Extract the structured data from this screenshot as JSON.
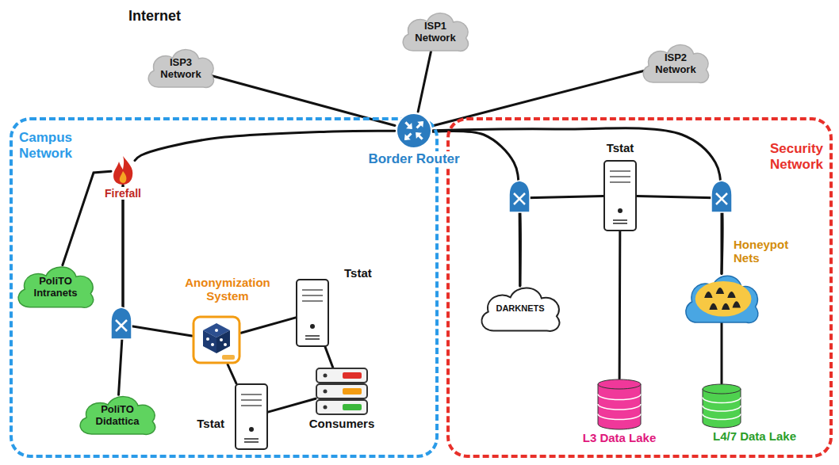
{
  "diagram": {
    "nodes": [
      {
        "text": [
          "ISP1 Network"
        ]
      },
      {
        "text": [
          "ISP3 Network"
        ]
      },
      {
        "text": [
          "ISP2 Network"
        ]
      },
      {
        "text": [
          "Campus Network"
        ]
      },
      {
        "text": [
          "Security Network"
        ]
      },
      {
        "text": [
          "Border Router"
        ]
      },
      {
        "text": [
          "Firefall"
        ],
        "in": 3
      },
      {
        "text": [
          "PoliTO Intranets"
        ],
        "in": 3
      },
      {
        "text": [
          "Anonymization System"
        ],
        "in": 3
      },
      {
        "text": [
          "Tstat"
        ],
        "in": 3
      },
      {
        "text": [
          "PoliTO Didattica"
        ],
        "in": 3
      },
      {
        "text": [
          "Consumers"
        ],
        "in": 3
      },
      {
        "text": [
          "Tstat"
        ],
        "in": 3
      },
      {
        "text": [
          "Tstat"
        ],
        "in": 4
      },
      {
        "text": [
          "DARKNETS"
        ],
        "in": 4
      },
      {
        "text": [
          "Honeypot Nets"
        ],
        "in": 4
      },
      {
        "text": [
          "L3 Data Lake"
        ],
        "in": 4
      },
      {
        "text": [
          "L4/7 Data Lake"
        ],
        "in": 4
      }
    ],
    "edges": [
      {
        "from": 1,
        "to": 5,
        "arrow": "none"
      },
      {
        "from": 0,
        "to": 5,
        "arrow": "none"
      },
      {
        "from": 2,
        "to": 5,
        "arrow": "none"
      },
      {
        "from": 5,
        "to": 6,
        "arrow": "none"
      },
      {
        "from": 6,
        "to": 7,
        "arrow": "none"
      },
      {
        "from": 6,
        "to": 10,
        "arrow": "none"
      },
      {
        "from": 6,
        "to": 8,
        "arrow": "none"
      },
      {
        "from": 8,
        "to": 9,
        "arrow": "none"
      },
      {
        "from": 8,
        "to": 12,
        "arrow": "none"
      },
      {
        "from": 9,
        "to": 11,
        "arrow": "none"
      },
      {
        "from": 12,
        "to": 11,
        "arrow": "none"
      },
      {
        "from": 5,
        "to": 14,
        "arrow": "none"
      },
      {
        "from": 5,
        "to": 15,
        "arrow": "none"
      },
      {
        "from": 13,
        "to": 14,
        "arrow": "none"
      },
      {
        "from": 13,
        "to": 15,
        "arrow": "none"
      },
      {
        "from": 13,
        "to": 16,
        "arrow": "none"
      },
      {
        "from": 15,
        "to": 17,
        "arrow": "none"
      }
    ],
    "labels": [
      "Internet"
    ]
  }
}
